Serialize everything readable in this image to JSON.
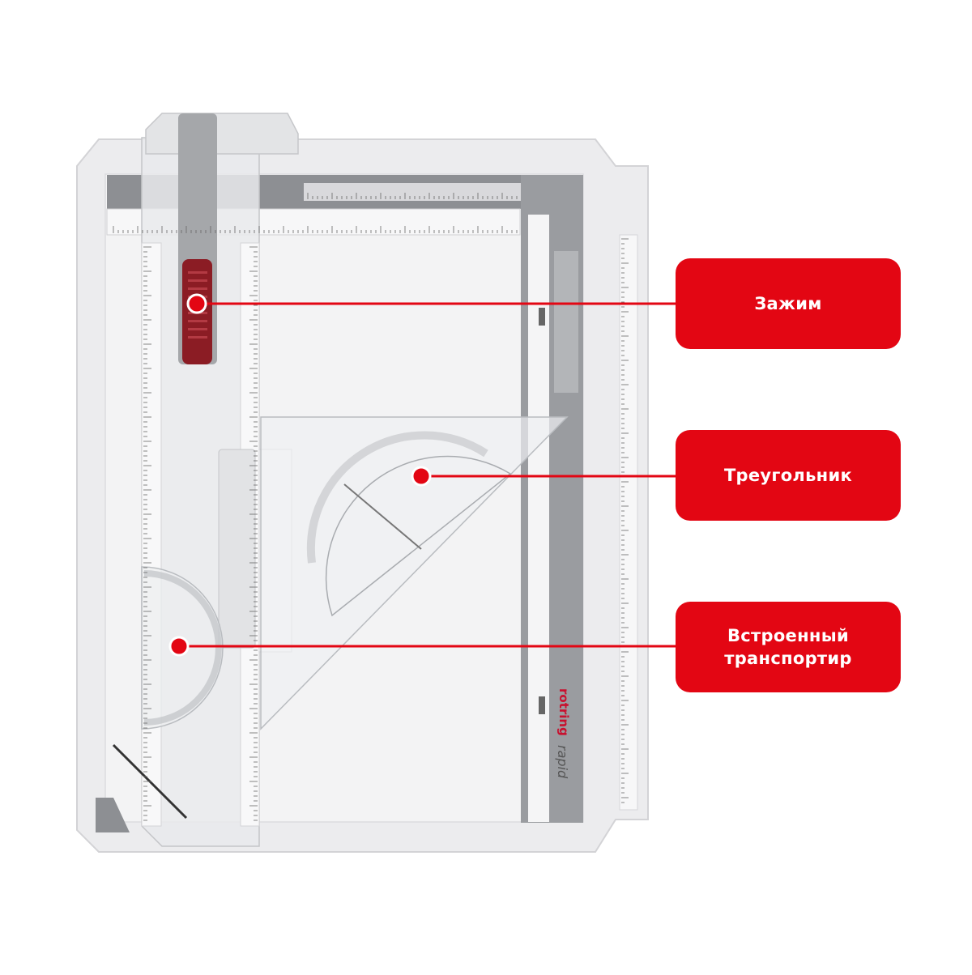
{
  "callouts": [
    {
      "label": "Зажим"
    },
    {
      "label": "Треугольник"
    },
    {
      "label": "Встроенный\nтранспортир"
    }
  ],
  "board": {
    "brand": "rotring",
    "model": "rapid"
  },
  "colors": {
    "accent": "#e30613",
    "board": "#f1f1f2",
    "frame": "#e4e4e6",
    "rail": "#8d8f93",
    "clamp_grip": "#8b1c24"
  }
}
